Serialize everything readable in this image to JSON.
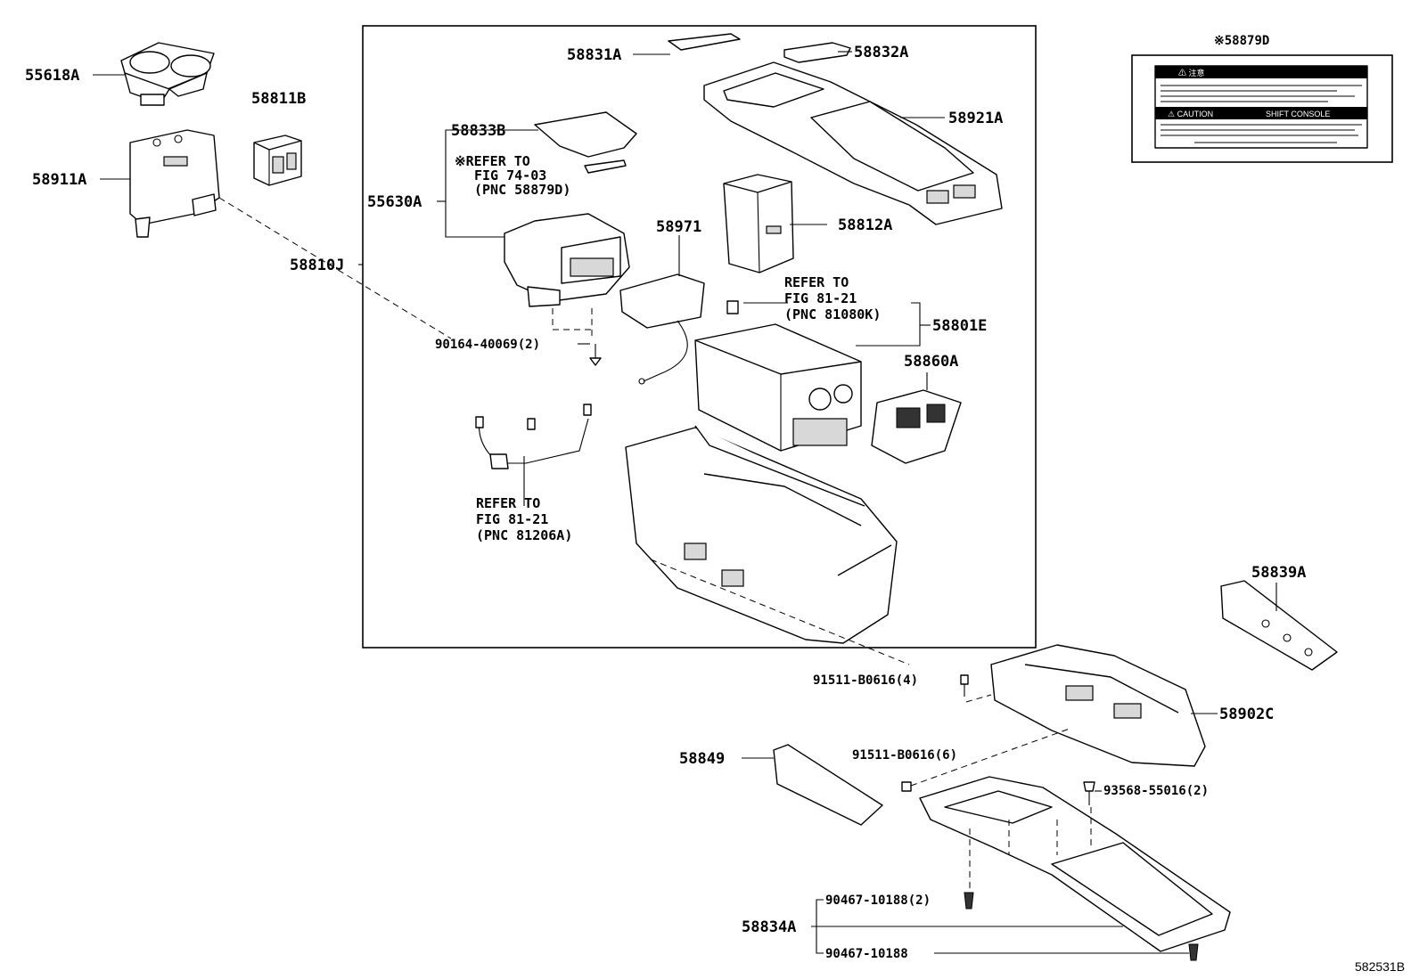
{
  "diagram_id": "582531B",
  "note_label": "※58879D",
  "parts": {
    "p55618A": "55618A",
    "p58811B": "58811B",
    "p58911A": "58911A",
    "p58810J": "58810J",
    "p58831A": "58831A",
    "p58832A": "58832A",
    "p58921A": "58921A",
    "p58833B": "58833B",
    "p55630A": "55630A",
    "p58812A": "58812A",
    "p58971": "58971",
    "p58801E": "58801E",
    "p58860A": "58860A",
    "p90164": "90164-40069(2)",
    "p58839A": "58839A",
    "p91511a": "91511-B0616(4)",
    "p58902C": "58902C",
    "p58849": "58849",
    "p91511b": "91511-B0616(6)",
    "p93568": "93568-55016(2)",
    "p90467a": "90467-10188(2)",
    "p58834A": "58834A",
    "p90467b": "90467-10188"
  },
  "refs": {
    "r1_l1": "※REFER TO",
    "r1_l2": "FIG 74-03",
    "r1_l3": "(PNC 58879D)",
    "r2_l1": "REFER TO",
    "r2_l2": "FIG 81-21",
    "r2_l3": "(PNC 81080K)",
    "r3_l1": "REFER TO",
    "r3_l2": "FIG 81-21",
    "r3_l3": "(PNC 81206A)"
  },
  "caution_label": {
    "heading_left": "⚠ 注意",
    "heading_mid": "⚠ CAUTION",
    "heading_right": "SHIFT CONSOLE"
  }
}
